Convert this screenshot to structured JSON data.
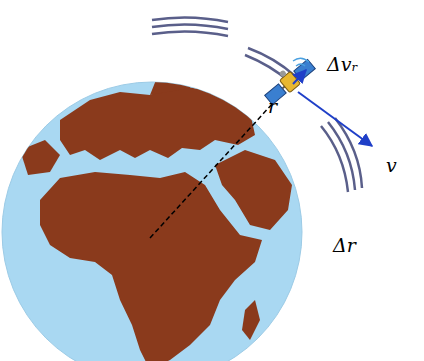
{
  "diagram": {
    "labels": [
      "Δvᵣ",
      "r",
      "v",
      "Δr"
    ]
  }
}
